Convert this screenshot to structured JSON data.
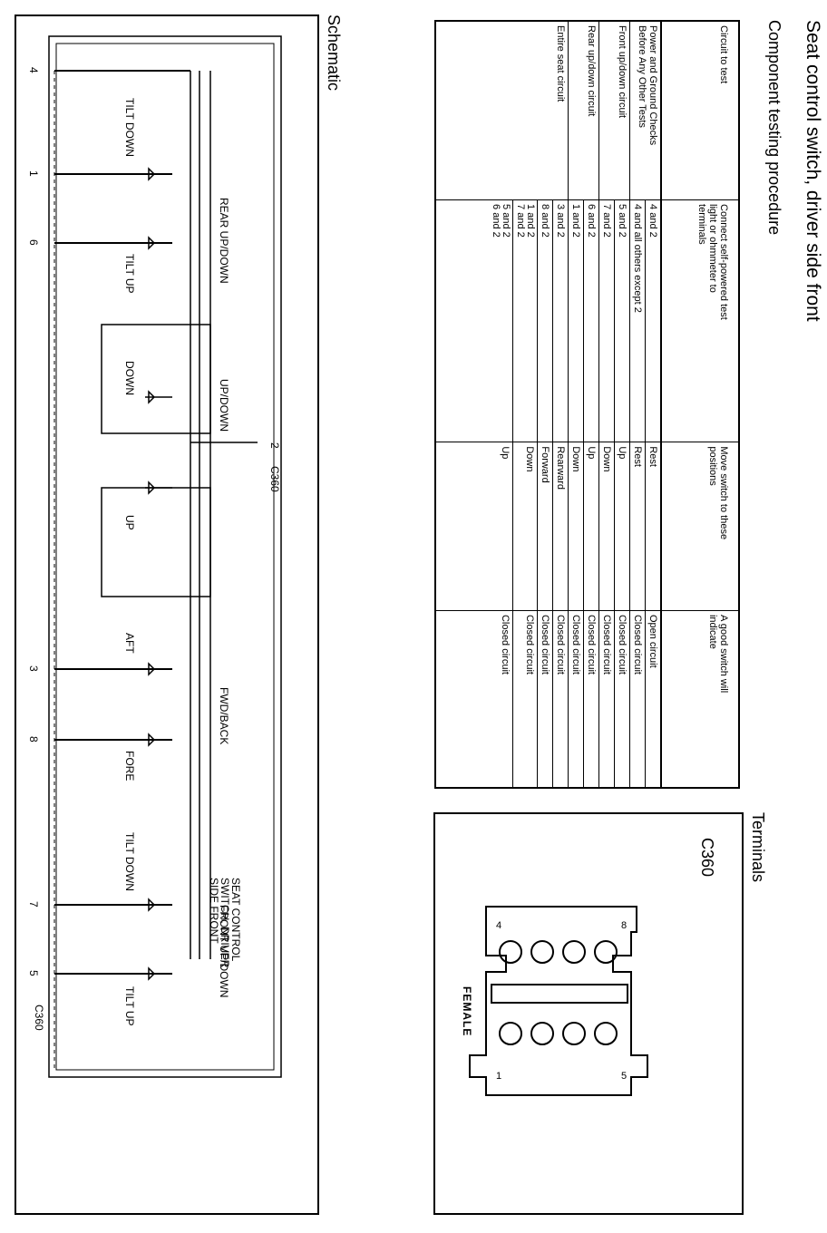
{
  "title": "Seat control switch, driver side front",
  "subtitle": "Component testing procedure",
  "table": {
    "headers": {
      "circuit": "Circuit to test",
      "connect": [
        "Connect self-powered test",
        "light or ohmmeter to",
        "terminals"
      ],
      "move": [
        "Move switch to these",
        "positions"
      ],
      "indicate": [
        "A good switch will",
        "indicate"
      ]
    },
    "rows": [
      {
        "circuit": [
          "Power and Ground Checks",
          "Before Any Other Tests"
        ],
        "lines": [
          {
            "terminals": "4 and 2",
            "position": "Rest",
            "result": "Open circuit"
          },
          {
            "terminals": "4 and all others except 2",
            "position": "Rest",
            "result": "Closed circuit"
          }
        ]
      },
      {
        "circuit": [
          "Front up/down circuit"
        ],
        "lines": [
          {
            "terminals": "5 and 2",
            "position": "Up",
            "result": "Closed circuit"
          },
          {
            "terminals": "7 and 2",
            "position": "Down",
            "result": "Closed circuit"
          }
        ]
      },
      {
        "circuit": [
          "Rear up/down circuit"
        ],
        "lines": [
          {
            "terminals": "6 and 2",
            "position": "Up",
            "result": "Closed circuit"
          },
          {
            "terminals": "1 and 2",
            "position": "Down",
            "result": "Closed circuit"
          }
        ]
      },
      {
        "circuit": [
          "Entire seat circuit"
        ],
        "lines": [
          {
            "terminals": "3 and 2",
            "position": "Rearward",
            "result": "Closed circuit"
          },
          {
            "terminals": "8 and 2",
            "position": "Forward",
            "result": "Closed circuit"
          },
          {
            "terminals": "1 and 2\n7 and 2",
            "position": "Down",
            "result": "Closed circuit"
          },
          {
            "terminals": "5 and 2\n6 and 2",
            "position": "Up",
            "result": "Closed circuit"
          }
        ]
      }
    ]
  },
  "terminals": {
    "label": "Terminals",
    "connector": "C360",
    "gender": "FEMALE",
    "pin_labels": {
      "top_left": "8",
      "top_right": "4",
      "bottom_left": "5",
      "bottom_right": "1"
    }
  },
  "schematic": {
    "label": "Schematic",
    "component_label": [
      "SEAT CONTROL",
      "SWITCH, DRIVER",
      "SIDE FRONT"
    ],
    "connector_top": "C360",
    "pin2": "2",
    "connector_left": "C360",
    "pins": [
      "4",
      "1",
      "6",
      "3",
      "8",
      "7",
      "5"
    ],
    "switch_groups": [
      "REAR UP/DOWN",
      "UP/DOWN",
      "FWD/BACK",
      "FRONT UP/DOWN"
    ],
    "contacts": [
      "TILT DOWN",
      "TILT UP",
      "DOWN",
      "UP",
      "AFT",
      "FORE",
      "TILT DOWN",
      "TILT UP"
    ]
  }
}
